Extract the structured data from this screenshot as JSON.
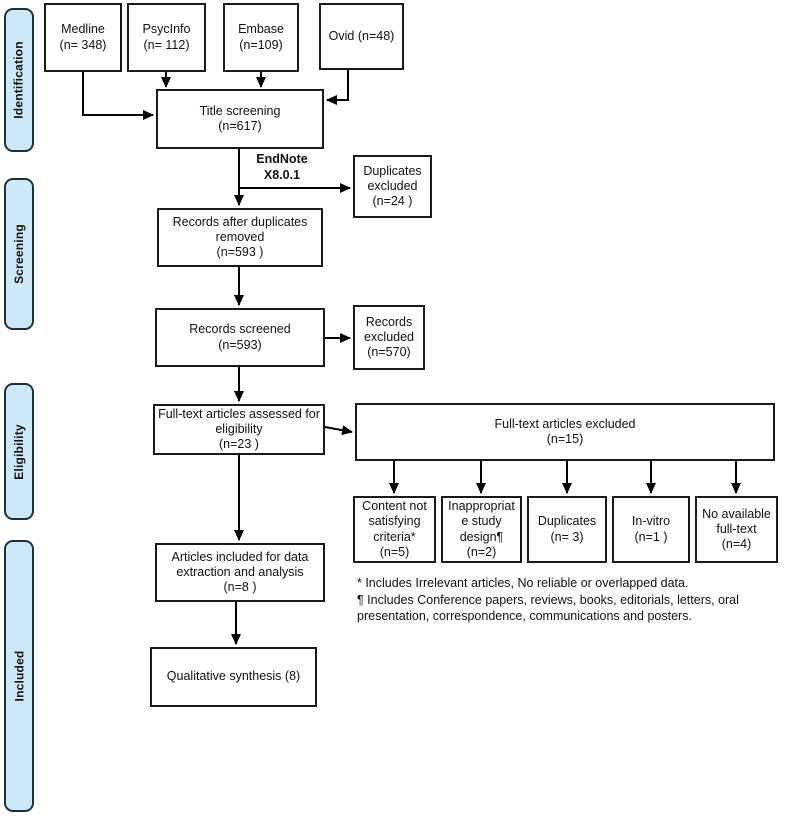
{
  "sidebar": {
    "stages": [
      {
        "label": "Identification"
      },
      {
        "label": "Screening"
      },
      {
        "label": "Eligibility"
      },
      {
        "label": "Included"
      }
    ]
  },
  "nodes": {
    "medline": {
      "text": "Medline\n(n= 348)"
    },
    "psycinfo": {
      "text": "PsycInfo\n(n= 112)"
    },
    "embase": {
      "text": "Embase\n(n=109)"
    },
    "ovid": {
      "text": "Ovid (n=48)"
    },
    "title_screening": {
      "text": "Title screening\n(n=617)"
    },
    "duplicates_excluded": {
      "text": "Duplicates\nexcluded\n(n=24 )"
    },
    "records_after_duplicates": {
      "text": "Records after duplicates\nremoved\n(n=593 )"
    },
    "records_screened": {
      "text": "Records screened\n(n=593)"
    },
    "records_excluded": {
      "text": "Records\nexcluded\n(n=570)"
    },
    "fulltext_assessed": {
      "text": "Full-text articles assessed for\neligibility\n(n=23 )"
    },
    "fulltext_excluded": {
      "text": "Full-text articles excluded\n(n=15)"
    },
    "content_not_satisfying": {
      "text": "Content not\nsatisfying\ncriteria*\n(n=5)"
    },
    "inappropriate_design": {
      "text": "Inappropriat\ne study\ndesign¶\n(n=2)"
    },
    "duplicates": {
      "text": "Duplicates\n(n= 3)"
    },
    "in_vitro": {
      "text": "In-vitro\n(n=1 )"
    },
    "no_available_fulltext": {
      "text": "No available\nfull-text\n(n=4)"
    },
    "articles_included": {
      "text": "Articles included for data\nextraction and analysis\n(n=8 )"
    },
    "qualitative_synthesis": {
      "text": "Qualitative synthesis (8)"
    }
  },
  "annotations": {
    "endnote_tool": "EndNote\nX8.0.1"
  },
  "footnotes": {
    "line1": "* Includes Irrelevant articles, No reliable or overlapped data.",
    "line2": "¶ Includes Conference papers, reviews, books, editorials, letters, oral presentation, correspondence, communications and posters."
  },
  "colors": {
    "stage_fill": "#cde9f8",
    "stage_border": "#22303a",
    "box_border": "#1a1a1a",
    "arrow": "#000000",
    "background": "#ffffff"
  }
}
